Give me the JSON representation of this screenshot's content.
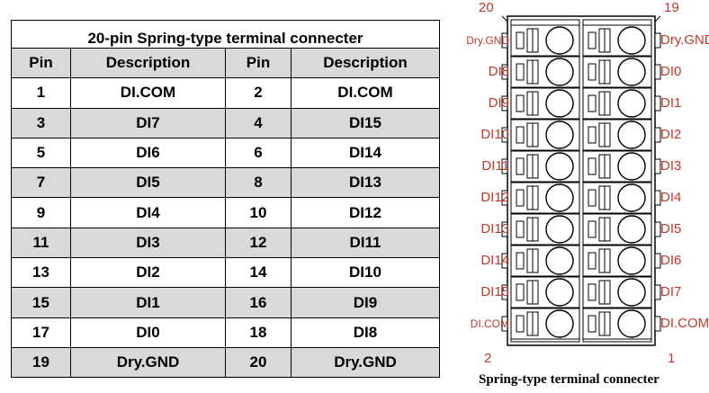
{
  "table": {
    "title": "20-pin Spring-type terminal connecter",
    "headers": [
      "Pin",
      "Description",
      "Pin",
      "Description"
    ],
    "rows": [
      [
        "1",
        "DI.COM",
        "2",
        "DI.COM"
      ],
      [
        "3",
        "DI7",
        "4",
        "DI15"
      ],
      [
        "5",
        "DI6",
        "6",
        "DI14"
      ],
      [
        "7",
        "DI5",
        "8",
        "DI13"
      ],
      [
        "9",
        "DI4",
        "10",
        "DI12"
      ],
      [
        "11",
        "DI3",
        "12",
        "DI11"
      ],
      [
        "13",
        "DI2",
        "14",
        "DI10"
      ],
      [
        "15",
        "DI1",
        "16",
        "DI9"
      ],
      [
        "17",
        "DI0",
        "18",
        "DI8"
      ],
      [
        "19",
        "Dry.GND",
        "20",
        "Dry.GND"
      ]
    ],
    "shade_color": "#d9d9d9"
  },
  "diagram": {
    "corner_top_left": "20",
    "corner_top_right": "19",
    "corner_bottom_left": "2",
    "corner_bottom_right": "1",
    "left_labels": [
      "Dry.GND",
      "DI8",
      "DI9",
      "DI10",
      "DI11",
      "DI12",
      "DI13",
      "DI14",
      "DI15",
      "DI.COM"
    ],
    "right_labels": [
      "Dry.GND",
      "DI0",
      "DI1",
      "DI2",
      "DI3",
      "DI4",
      "DI5",
      "DI6",
      "DI7",
      "DI.COM"
    ],
    "caption": "Spring-type terminal connecter",
    "label_color": "#c0392b"
  }
}
